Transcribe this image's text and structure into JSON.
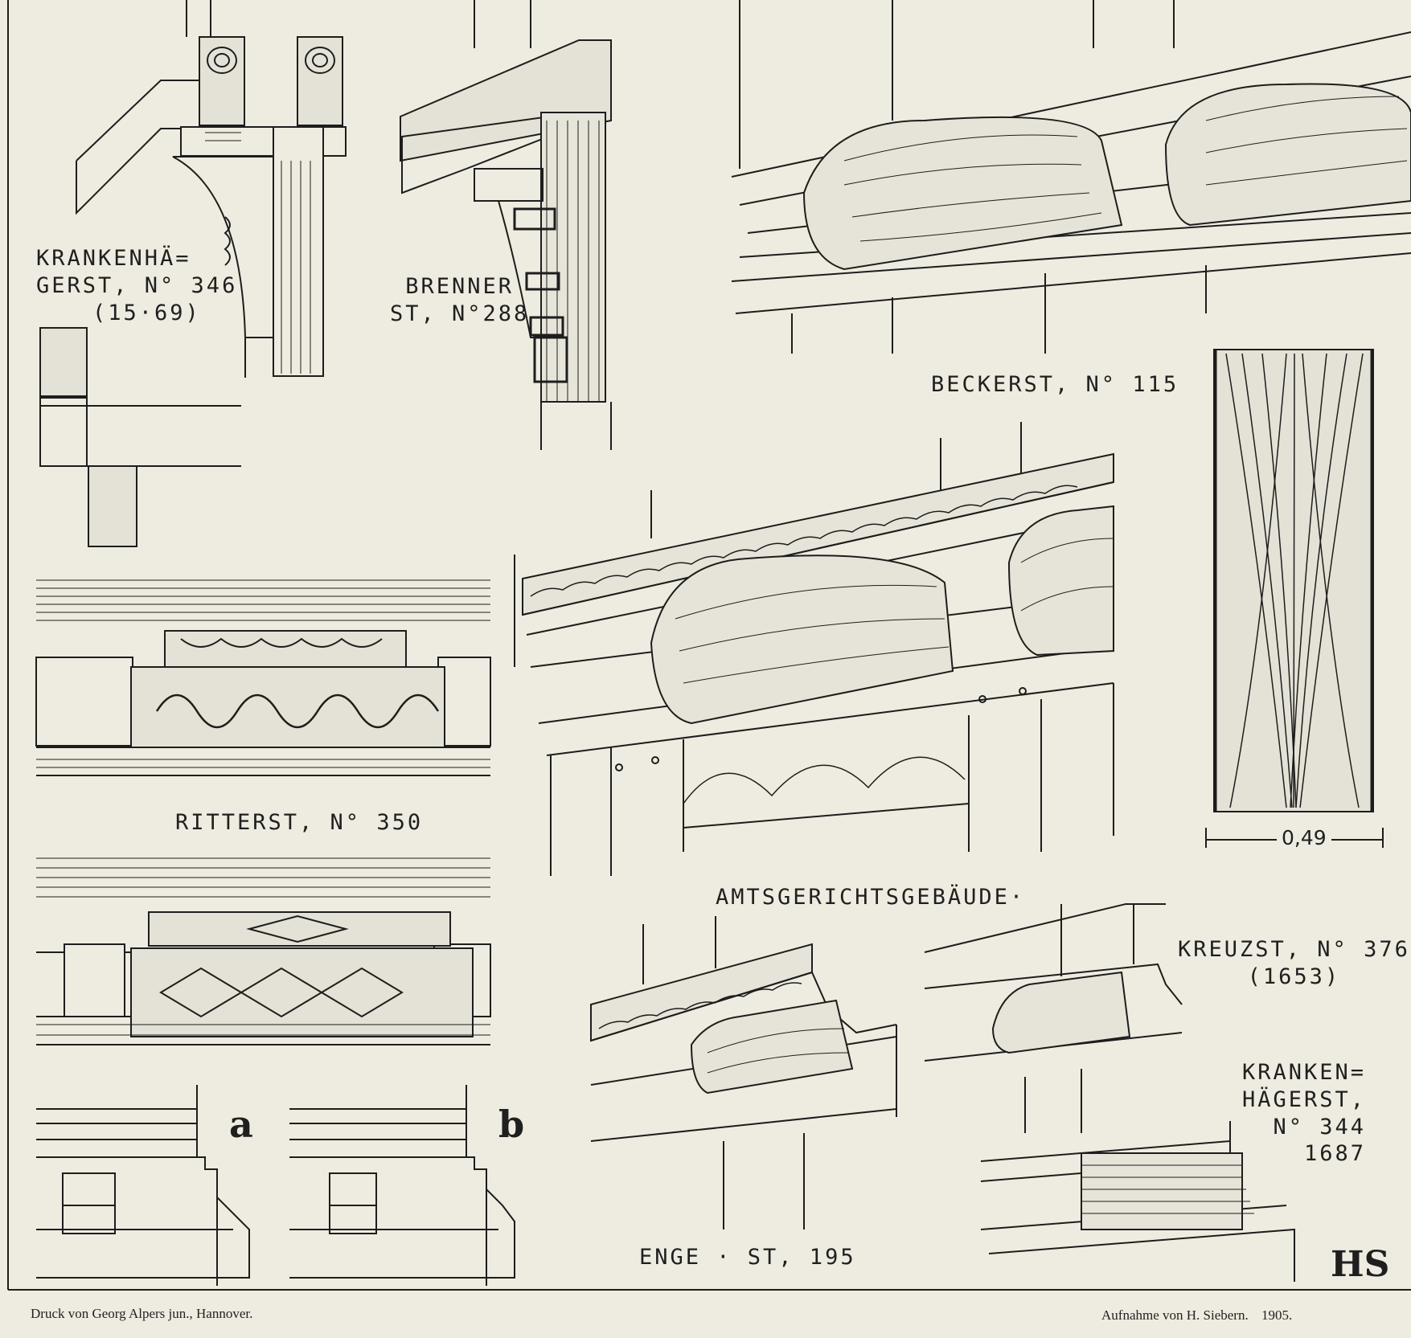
{
  "labels": {
    "krankenhaegerst_346": [
      "KRANKENHÄ=",
      "GERST, N° 346",
      "(15·69)"
    ],
    "brennerst_288": [
      "BRENNER",
      "ST, N°288"
    ],
    "beckerst_115": "BECKERST, N° 115",
    "ritterst_350": "RITTERST, N° 350",
    "amtsgerichtsgebaeude": "AMTSGERICHTSGEBÄUDE·",
    "kreuzst_376": [
      "KREUZST, N° 376",
      "(1653)"
    ],
    "krankenhaegerst_344": [
      "KRANKEN=",
      "HÄGERST,",
      "N° 344",
      "1687"
    ],
    "engest_195": "ENGE · ST, 195",
    "profile_a": "a",
    "profile_b": "b",
    "dimension": "0,49",
    "monogram": "HS"
  },
  "footer": {
    "printer": "Druck von Georg Alpers jun., Hannover.",
    "photo": "Aufnahme von H. Siebern.",
    "year": "1905."
  },
  "colors": {
    "paper": "#eeebe0",
    "ink": "#1d1d1d"
  }
}
